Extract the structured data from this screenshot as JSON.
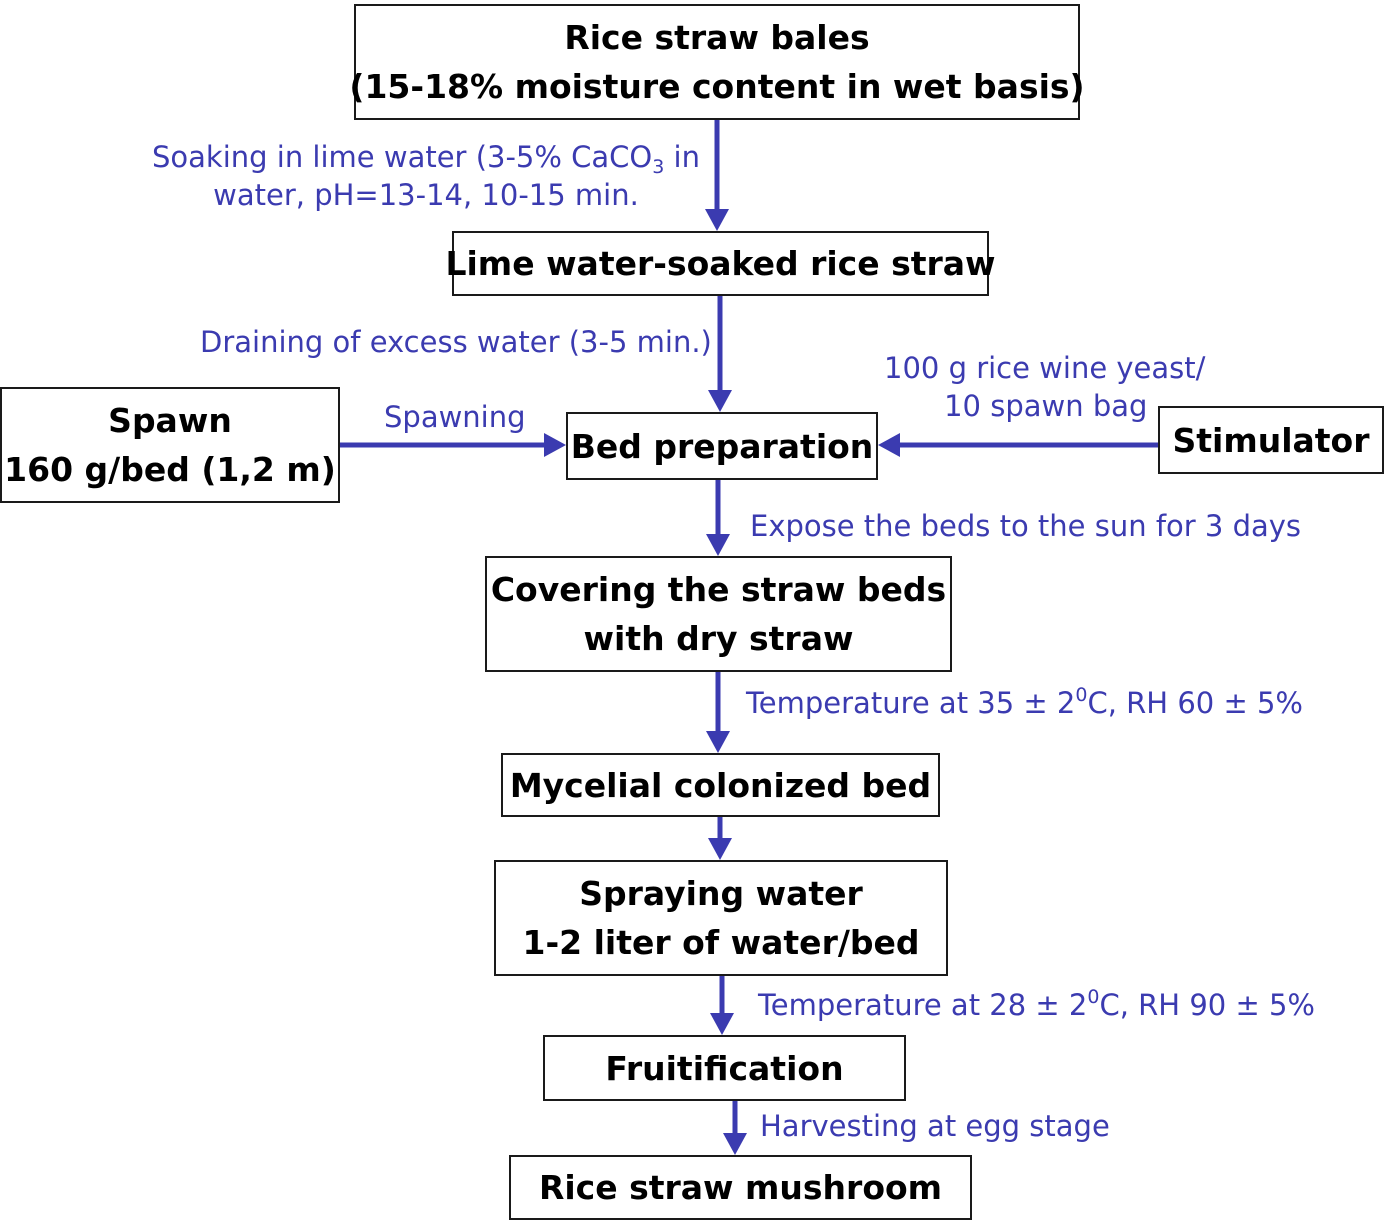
{
  "colors": {
    "arrow": "#3b3bb0",
    "annotation": "#3b3bb0",
    "box_border": "#1a1a1a",
    "box_text": "#000000"
  },
  "boxes": {
    "rice_straw_bales": {
      "line1": "Rice straw bales",
      "line2": "(15-18% moisture content in wet basis)"
    },
    "lime_water_soaked": {
      "line1": "Lime water-soaked rice straw"
    },
    "spawn": {
      "line1": "Spawn",
      "line2": "160 g/bed (1,2 m)"
    },
    "bed_preparation": {
      "line1": "Bed preparation"
    },
    "stimulator": {
      "line1": "Stimulator"
    },
    "covering": {
      "line1": "Covering the straw beds",
      "line2": "with dry straw"
    },
    "mycelial": {
      "line1": "Mycelial colonized bed"
    },
    "spraying": {
      "line1": "Spraying water",
      "line2": "1-2 liter of water/bed"
    },
    "fruitification": {
      "line1": "Fruitification"
    },
    "mushroom": {
      "line1": "Rice straw mushroom"
    }
  },
  "annotations": {
    "soaking": {
      "line1_a": "Soaking in lime water (3-5% CaCO",
      "line1_sub": "3",
      "line1_b": " in",
      "line2": "water, pH=13-14, 10-15 min."
    },
    "draining": "Draining of excess water (3-5 min.)",
    "spawning": "Spawning",
    "yeast": {
      "line1": "100 g rice wine yeast/",
      "line2": "10 spawn bag"
    },
    "sun": "Expose the beds to the sun for 3 days",
    "temp1": {
      "a": "Temperature at 35 ± 2",
      "sup": "0",
      "b": "C, RH 60 ± 5%"
    },
    "temp2": {
      "a": "Temperature at  28 ± 2",
      "sup": "0",
      "b": "C, RH 90 ± 5%"
    },
    "harvest": "Harvesting at egg stage"
  }
}
